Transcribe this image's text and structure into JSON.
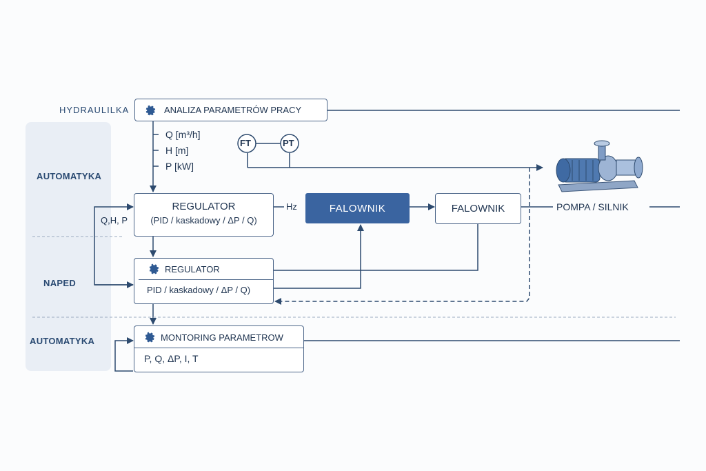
{
  "lanes": {
    "hydraulika": "HYDRAULILKA",
    "automatyka_top": "AUTOMATYKA",
    "naped": "NAPED",
    "automatyka_bottom": "AUTOMATYKA"
  },
  "analiza": {
    "title": "ANALIZA PARAMETRÓW PRACY",
    "params": [
      "Q [m³/h]",
      "H [m]",
      "P [kW]"
    ]
  },
  "sensors": [
    "FT",
    "PT"
  ],
  "regulator1": {
    "title": "REGULATOR",
    "subtitle": "(PID / kaskadowy / ΔP / Q)",
    "input_label": "Q,H, P",
    "output_label": "Hz"
  },
  "falownik_primary": "FALOWNIK",
  "falownik_secondary": "FALOWNIK",
  "pump_label": "POMPA / SILNIK",
  "regulator2": {
    "title": "REGULATOR",
    "subtitle": "PID / kaskadowy / ΔP / Q)"
  },
  "monitoring": {
    "title": "MONTORING PARAMETROW",
    "params": "P, Q, ΔP, I, T"
  },
  "colors": {
    "line": "#2d4a6e",
    "accent": "#3a64a0",
    "band": "#e9eef5",
    "text": "#1f3450"
  }
}
